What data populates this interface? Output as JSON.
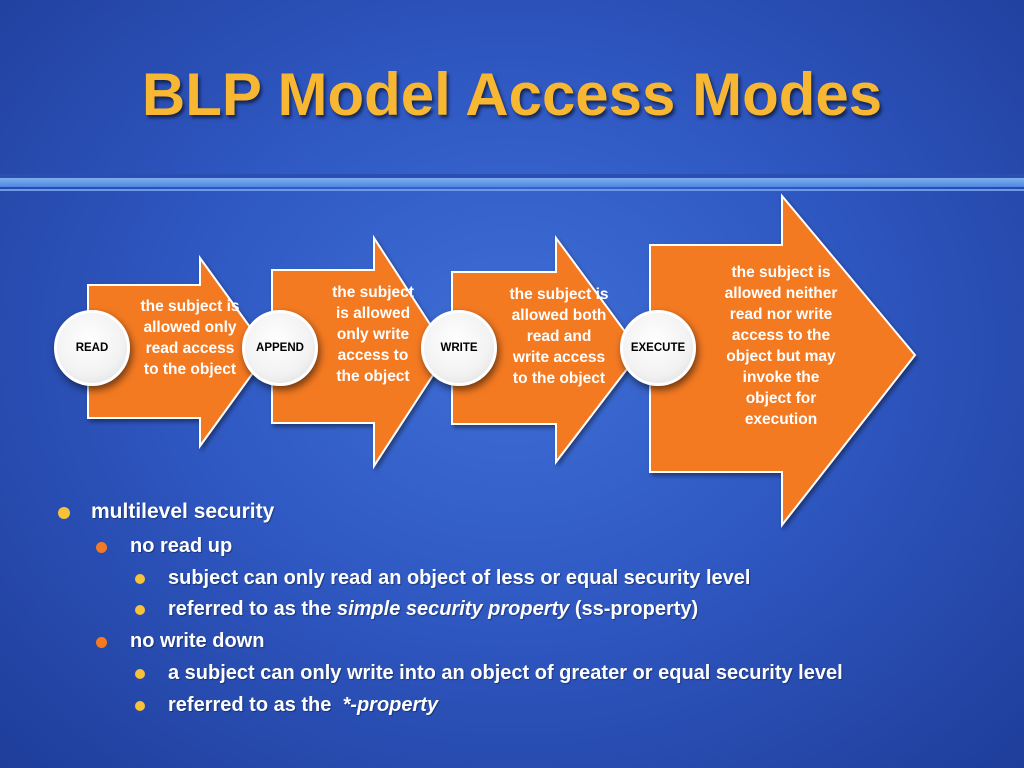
{
  "title": "BLP Model Access Modes",
  "colors": {
    "title": "#f7b733",
    "arrow": "#f47a20",
    "background": "#2f58c2"
  },
  "modes": [
    {
      "label": "READ",
      "description": "the subject is allowed only read access to the object"
    },
    {
      "label": "APPEND",
      "description": "the subject is allowed only write access to the object"
    },
    {
      "label": "WRITE",
      "description": "the subject is allowed both read and write access to the object"
    },
    {
      "label": "EXECUTE",
      "description": "the subject is allowed neither read nor write access to the object but may invoke the object for execution"
    }
  ],
  "bullets": {
    "l1": "multilevel security",
    "no_read_up": "no read up",
    "nru_1": "subject can only read an object of less or equal security level",
    "nru_2_prefix": "referred to as the ",
    "nru_2_italic": "simple security property",
    "nru_2_suffix": " (ss-property)",
    "no_write_down": "no write down",
    "nwd_1": "a subject can only write into an object of greater or equal security level",
    "nwd_2_prefix": "referred to as the  ",
    "nwd_2_italic": "*-property"
  }
}
